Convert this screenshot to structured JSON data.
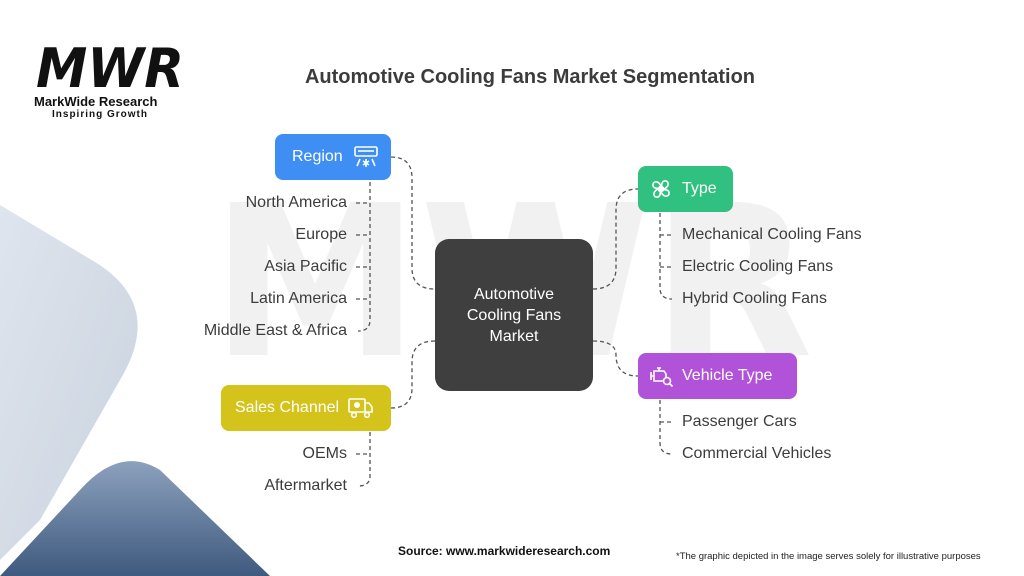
{
  "brand": {
    "logo_text": "MWR",
    "name": "MarkWide Research",
    "tagline": "Inspiring Growth"
  },
  "title": "Automotive Cooling Fans Market Segmentation",
  "center": {
    "label": "Automotive Cooling Fans Market"
  },
  "segments": {
    "region": {
      "label": "Region",
      "color": "#3f8ef3",
      "icon": "air-conditioner-icon",
      "items": [
        "North America",
        "Europe",
        "Asia Pacific",
        "Latin America",
        "Middle East & Africa"
      ]
    },
    "sales_channel": {
      "label": "Sales Channel",
      "color": "#d4c31a",
      "icon": "delivery-truck-icon",
      "items": [
        "OEMs",
        "Aftermarket"
      ]
    },
    "type": {
      "label": "Type",
      "color": "#30c07f",
      "icon": "fan-icon",
      "items": [
        "Mechanical Cooling Fans",
        "Electric Cooling Fans",
        "Hybrid Cooling Fans"
      ]
    },
    "vehicle_type": {
      "label": "Vehicle Type",
      "color": "#b153d8",
      "icon": "engine-search-icon",
      "items": [
        "Passenger Cars",
        "Commercial Vehicles"
      ]
    }
  },
  "footer": {
    "source": "Source: www.markwideresearch.com",
    "note": "*The graphic depicted in the image serves solely for illustrative purposes"
  }
}
